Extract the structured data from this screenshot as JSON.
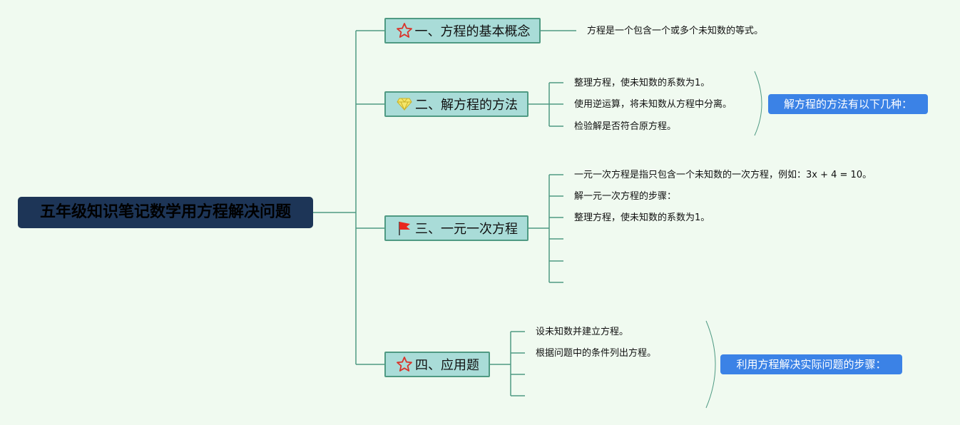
{
  "root": {
    "title": "五年级知识笔记数学用方程解决问题"
  },
  "branches": [
    {
      "label": "一、方程的基本概念",
      "icon": "star-outline-icon",
      "leaves": [
        "方程是一个包含一个或多个未知数的等式。"
      ]
    },
    {
      "label": "二、解方程的方法",
      "icon": "gem-icon",
      "leaves": [
        "整理方程，使未知数的系数为1。",
        "使用逆运算，将未知数从方程中分离。",
        "检验解是否符合原方程。"
      ],
      "summary": "解方程的方法有以下几种："
    },
    {
      "label": "三、一元一次方程",
      "icon": "red-flag-icon",
      "leaves": [
        "一元一次方程是指只包含一个未知数的一次方程，例如：3x + 4 = 10。",
        "解一元一次方程的步骤：",
        "整理方程，使未知数的系数为1。",
        "",
        "",
        ""
      ]
    },
    {
      "label": "四、应用题",
      "icon": "star-outline-icon",
      "leaves": [
        "设未知数并建立方程。",
        "根据问题中的条件列出方程。",
        "",
        ""
      ],
      "summary": "利用方程解决实际问题的步骤："
    }
  ],
  "colors": {
    "background": "#f0faf0",
    "root_fill": "#1d3557",
    "branch_fill": "#a9dcd8",
    "branch_border": "#4f9a83",
    "line": "#4f9a83",
    "summary_fill": "#3b82e6"
  }
}
